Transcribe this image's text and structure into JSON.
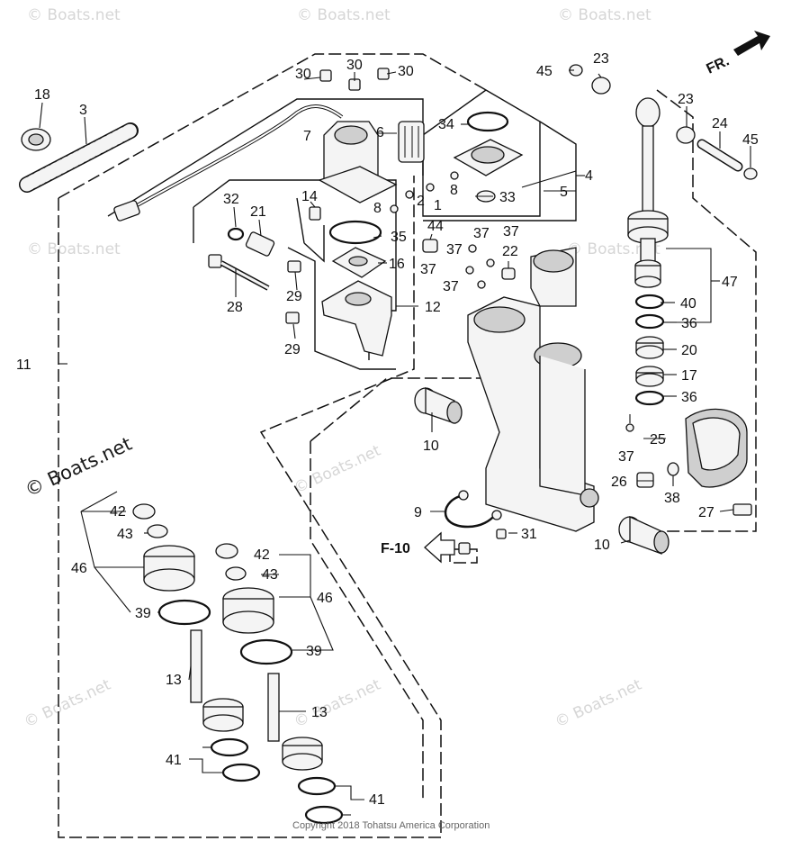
{
  "watermark": {
    "text": "© Boats.net"
  },
  "copyright": "Copyright 2018 Tohatsu America Corporation",
  "direction": {
    "label": "FR."
  },
  "reference": {
    "label": "F-10"
  },
  "callouts": {
    "c1": "1",
    "c2": "2",
    "c3": "3",
    "c4": "4",
    "c5": "5",
    "c6": "6",
    "c7": "7",
    "c8a": "8",
    "c8b": "8",
    "c9": "9",
    "c10a": "10",
    "c10b": "10",
    "c11": "11",
    "c12": "12",
    "c13a": "13",
    "c13b": "13",
    "c14": "14",
    "c16": "16",
    "c17": "17",
    "c18": "18",
    "c20": "20",
    "c21": "21",
    "c22": "22",
    "c23a": "23",
    "c23b": "23",
    "c24": "24",
    "c25": "25",
    "c26": "26",
    "c27": "27",
    "c28": "28",
    "c29a": "29",
    "c29b": "29",
    "c30a": "30",
    "c30b": "30",
    "c30c": "30",
    "c31": "31",
    "c32": "32",
    "c33": "33",
    "c34": "34",
    "c35": "35",
    "c36a": "36",
    "c36b": "36",
    "c37a": "37",
    "c37b": "37",
    "c37c": "37",
    "c37d": "37",
    "c37e": "37",
    "c38": "38",
    "c39a": "39",
    "c39b": "39",
    "c40": "40",
    "c41a": "41",
    "c41b": "41",
    "c42a": "42",
    "c42b": "42",
    "c43a": "43",
    "c43b": "43",
    "c44": "44",
    "c45a": "45",
    "c45b": "45",
    "c46a": "46",
    "c46b": "46",
    "c47": "47"
  }
}
